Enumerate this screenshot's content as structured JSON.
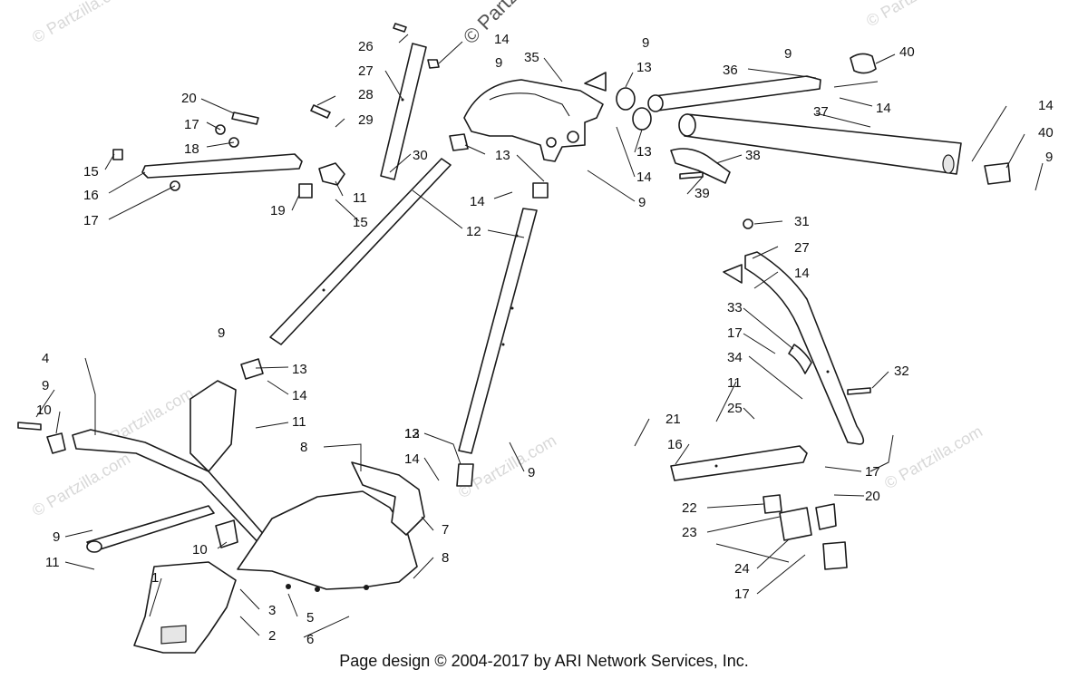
{
  "footer": "Page design © 2004-2017 by ARI Network Services, Inc.",
  "watermark": "© Partzilla.com",
  "watermark_top": "© Partz",
  "callouts": [
    "1",
    "2",
    "3",
    "4",
    "5",
    "6",
    "7",
    "8",
    "9",
    "10",
    "11",
    "12",
    "13",
    "14",
    "15",
    "16",
    "17",
    "18",
    "19",
    "20",
    "21",
    "22",
    "23",
    "24",
    "25",
    "26",
    "27",
    "28",
    "29",
    "30",
    "31",
    "32",
    "33",
    "34",
    "35",
    "36",
    "37",
    "38",
    "39",
    "40"
  ],
  "colors": {
    "line": "#1a1a1a",
    "background": "#ffffff",
    "watermark": "#d8d8d8"
  }
}
